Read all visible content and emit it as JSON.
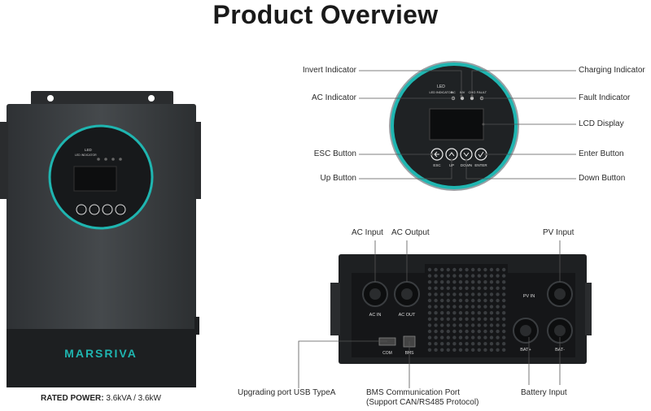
{
  "title": "Product Overview",
  "rated_power": {
    "label": "RATED POWER:",
    "value": "3.6kVA / 3.6kW"
  },
  "brand": "MARSRIVA",
  "front_panel": {
    "led_indicator": "LED INDICATOR",
    "ac": "AC",
    "inv": "INV",
    "chg": "CHG",
    "fault": "FAULT",
    "buttons": [
      "ESC",
      "UP",
      "DOWN",
      "ENTER"
    ]
  },
  "callouts": {
    "invert_indicator": "Invert Indicator",
    "ac_indicator": "AC Indicator",
    "esc_button": "ESC Button",
    "up_button": "Up Button",
    "charging_indicator": "Charging Indicator",
    "fault_indicator": "Fault Indicator",
    "lcd_display": "LCD Display",
    "enter_button": "Enter Button",
    "down_button": "Down Button",
    "ac_input": "AC Input",
    "ac_output": "AC Output",
    "pv_input": "PV Input",
    "upgrading_port": "Upgrading port USB TypeA",
    "bms_port_line1": "BMS Communication Port",
    "bms_port_line2": "(Support CAN/RS485 Protocol)",
    "battery_input": "Battery Input"
  },
  "bottom_panel": {
    "ac_in": "AC IN",
    "ac_out": "AC OUT",
    "pv_in": "PV IN",
    "bat_plus": "BAT+",
    "bat_minus": "BAT-",
    "com": "COM",
    "bms": "BMS"
  },
  "colors": {
    "accent": "#1fb5b0",
    "body": "#3a3d40",
    "dark": "#1f2123"
  }
}
